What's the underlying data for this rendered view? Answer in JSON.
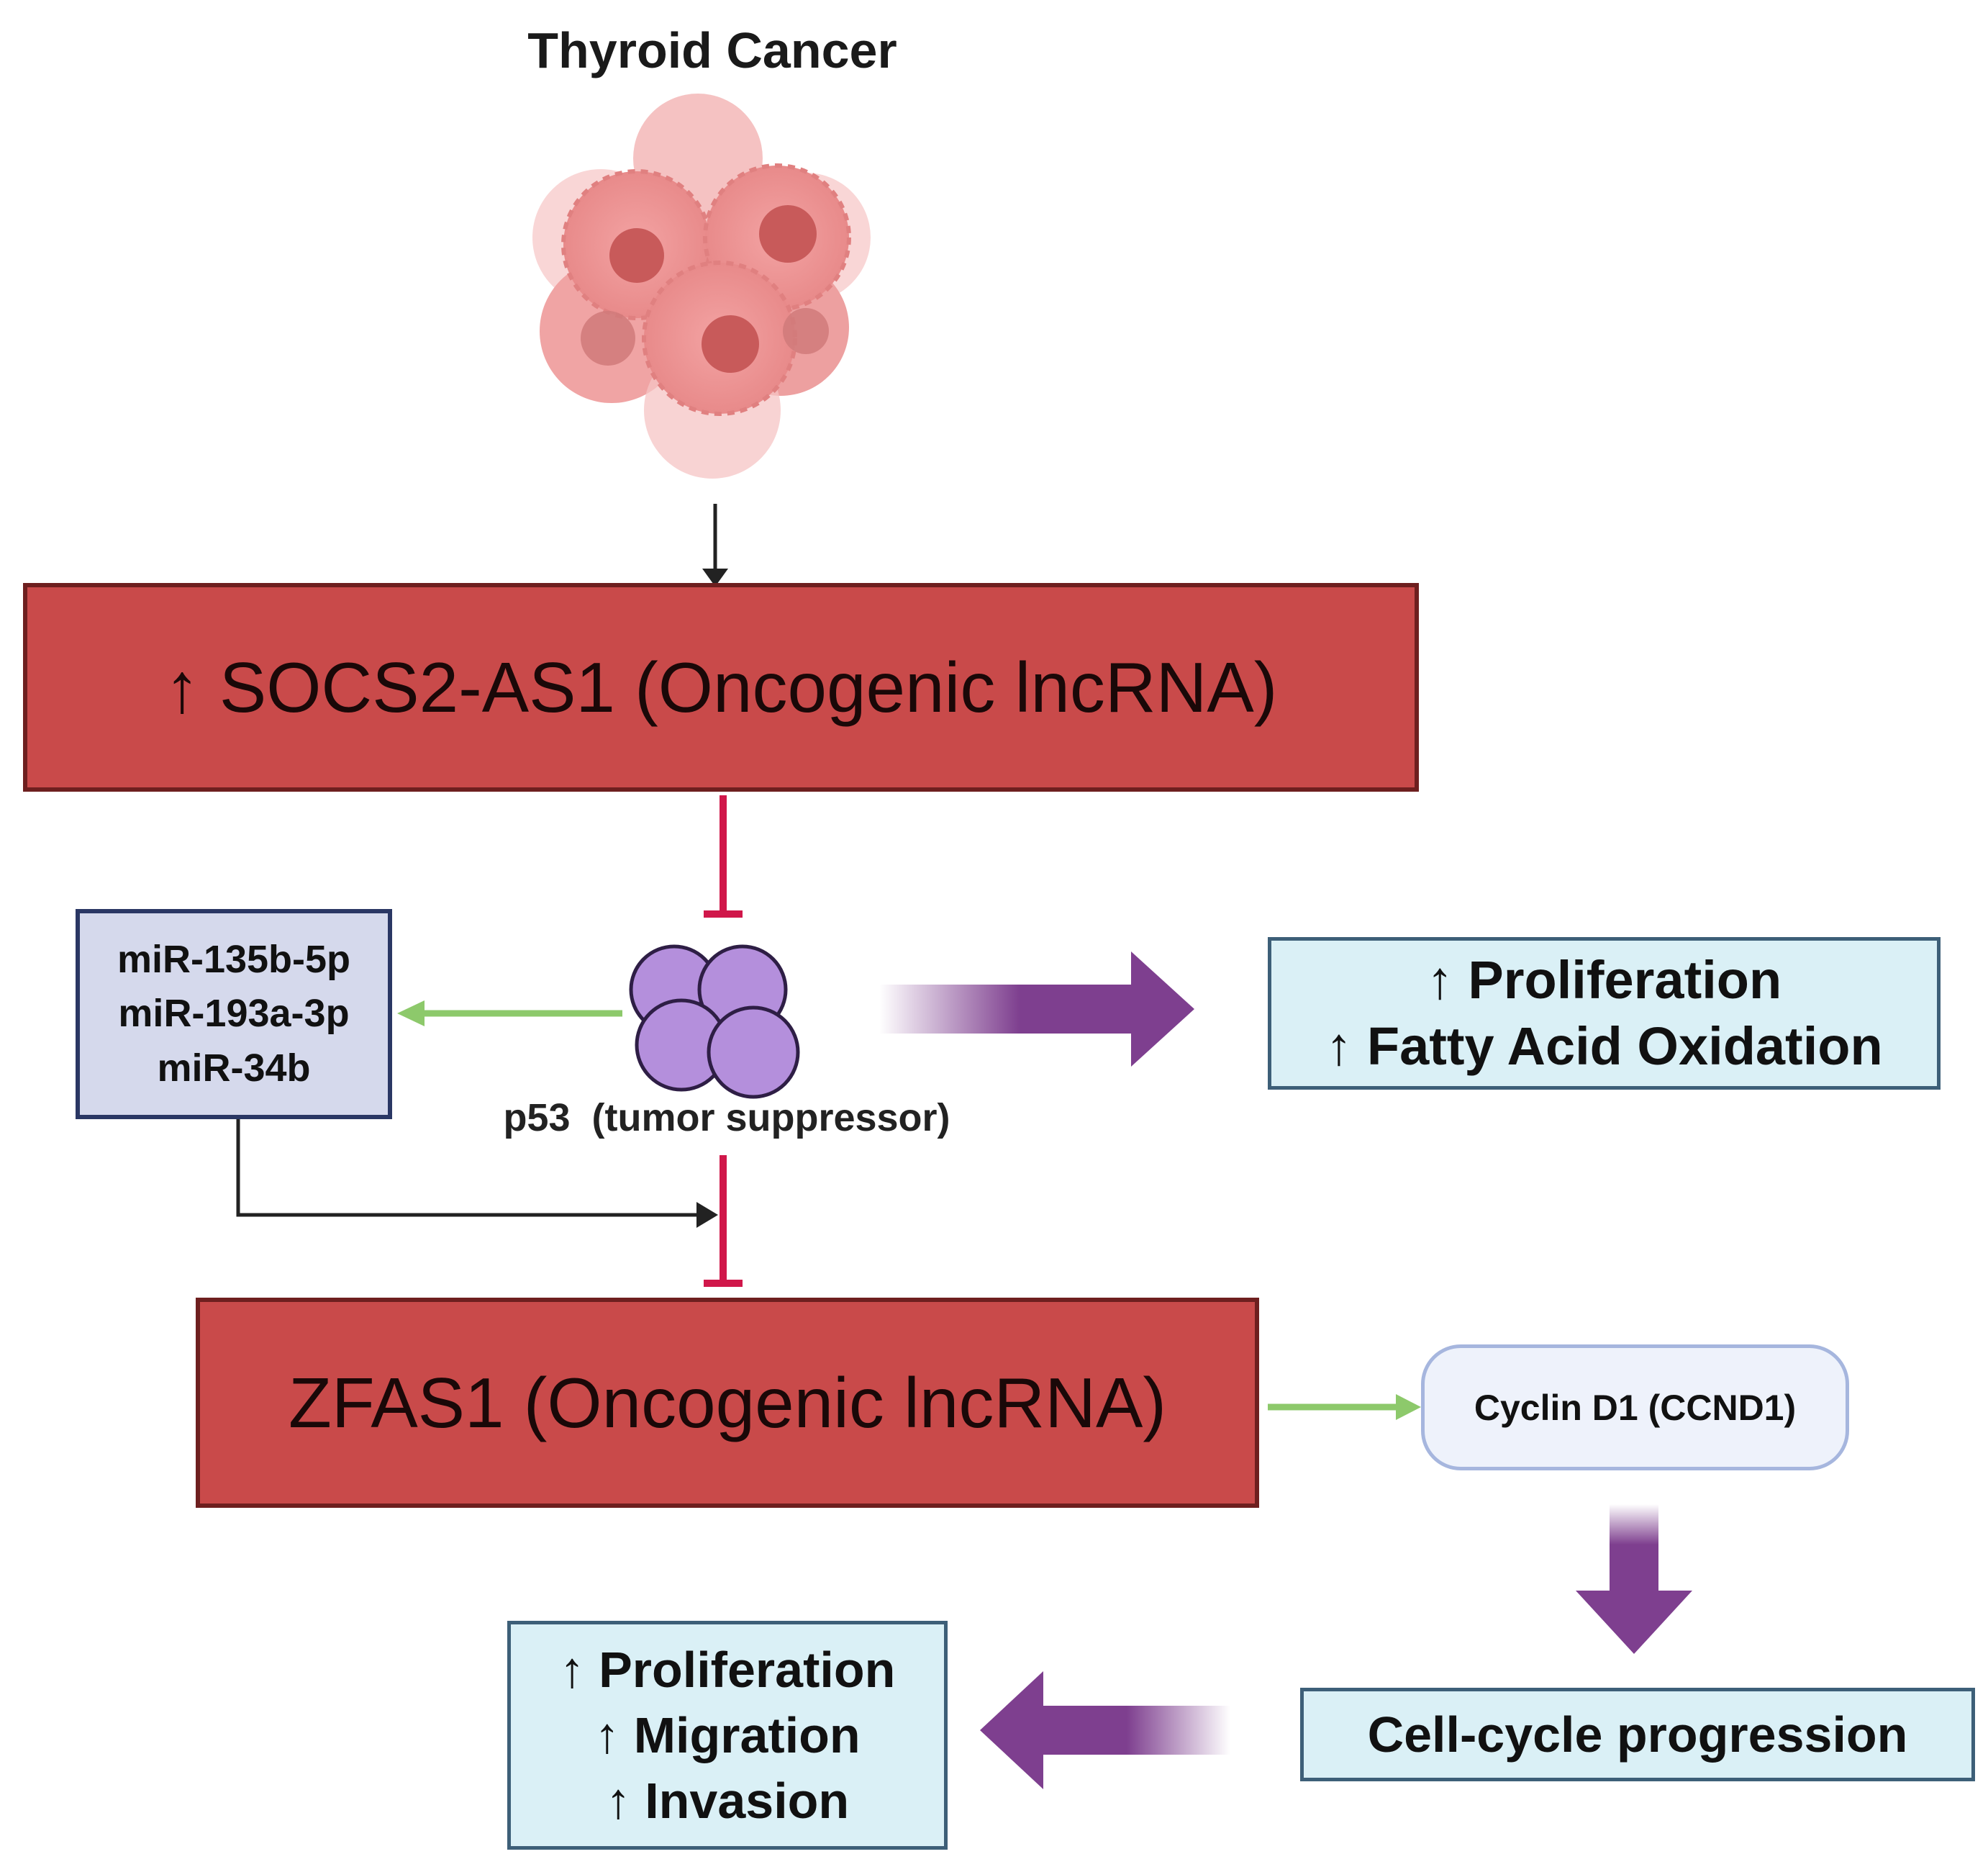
{
  "title": "Thyroid Cancer",
  "socs2_box": {
    "label": "↑ SOCS2-AS1 (Oncogenic lncRNA)"
  },
  "mir_box": {
    "lines": [
      "miR-135b-5p",
      "miR-193a-3p",
      "miR-34b"
    ]
  },
  "p53": {
    "label": "p53  (tumor suppressor)"
  },
  "p53_effects": {
    "lines": [
      "↑ Proliferation",
      "↑ Fatty Acid Oxidation"
    ]
  },
  "zfas1_box": {
    "label": "ZFAS1 (Oncogenic lncRNA)"
  },
  "cyclin": {
    "label": "Cyclin D1 (CCND1)"
  },
  "cell_cycle": {
    "label": "Cell-cycle progression"
  },
  "zfas1_effects": {
    "lines": [
      "↑ Proliferation",
      "↑ Migration",
      "↑ Invasion"
    ]
  },
  "colors": {
    "lncrna_fill": "#c94a4a",
    "inhibition": "#d0174a",
    "activation_green": "#8dc96b",
    "outcome_arrow": "#7e3f8f",
    "p53_protein": "#b48fdc"
  }
}
